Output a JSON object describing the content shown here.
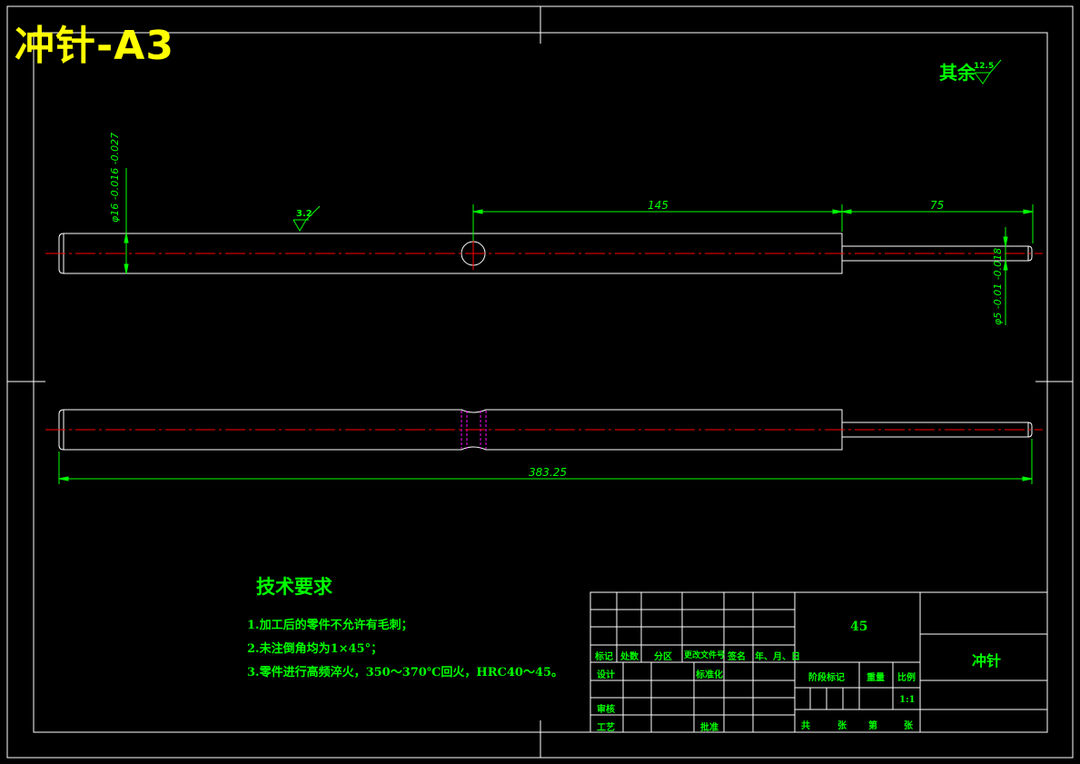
{
  "drawing_title": "冲针-A3",
  "roughness": {
    "other_label": "其余",
    "other_value": "12.5",
    "surface_value": "3.2"
  },
  "dimensions": {
    "length_145": "145",
    "length_75": "75",
    "total_length": "383.25",
    "dia_main": "φ16 -0.016 -0.027",
    "dia_tip": "φ5 -0.01 -0.018"
  },
  "requirements": {
    "title": "技术要求",
    "items": [
      "1.加工后的零件不允许有毛刺；",
      "2.未注倒角均为1×45°；",
      "3.零件进行高频淬火，350～370℃回火，HRC40～45。"
    ]
  },
  "title_block": {
    "headers": [
      "标记",
      "处数",
      "分区",
      "更改文件号",
      "签名",
      "年、月、日"
    ],
    "design": "设计",
    "standardize": "标准化",
    "review": "审核",
    "process": "工艺",
    "approve": "批准",
    "material": "45",
    "stage_mark": "阶段标记",
    "weight": "重量",
    "scale_label": "比例",
    "scale": "1:1",
    "sheet_total": "共",
    "sheet_unit": "张",
    "sheet_no": "第",
    "sheet_unit2": "张",
    "part_name": "冲针"
  },
  "colors": {
    "background": "#000000",
    "outline": "#ffffff",
    "dimension": "#00ff00",
    "centerline": "#ff0000",
    "hidden": "#ff00ff",
    "title_text": "#ffff00"
  }
}
